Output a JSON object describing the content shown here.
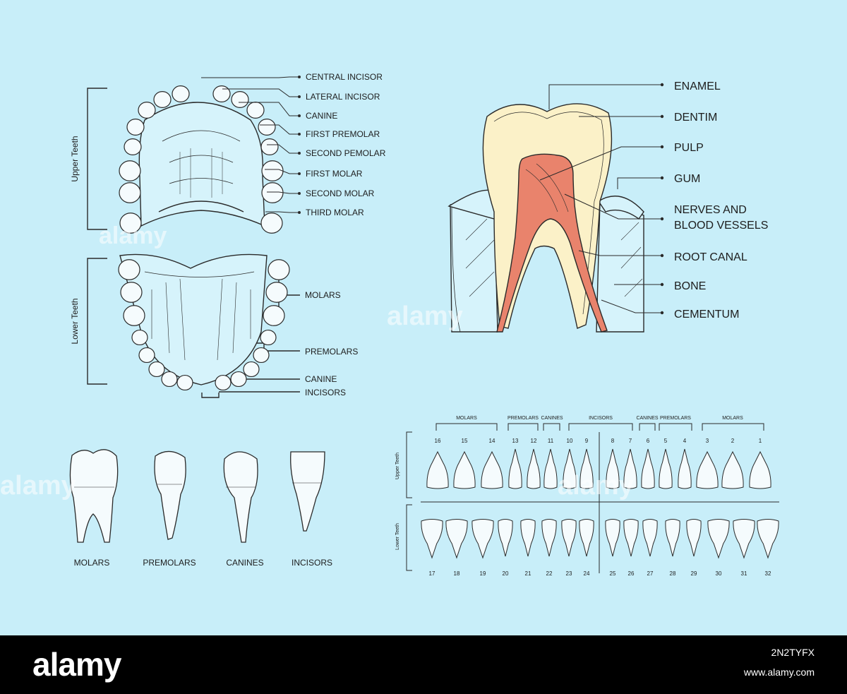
{
  "arches": {
    "upper_title": "Upper Teeth",
    "lower_title": "Lower Teeth",
    "upper_labels": [
      "CENTRAL INCISOR",
      "LATERAL INCISOR",
      "CANINE",
      "FIRST PREMOLAR",
      "SECOND PEMOLAR",
      "FIRST MOLAR",
      "SECOND MOLAR",
      "THIRD MOLAR"
    ],
    "lower_labels": [
      "MOLARS",
      "PREMOLARS",
      "CANINE",
      "INCISORS"
    ]
  },
  "tooth_section": {
    "labels": [
      "ENAMEL",
      "DENTIM",
      "PULP",
      "GUM",
      "NERVES AND",
      "BLOOD VESSELS",
      "ROOT CANAL",
      "BONE",
      "CEMENTUM"
    ]
  },
  "tooth_types": {
    "labels": [
      "MOLARS",
      "PREMOLARS",
      "CANINES",
      "INCISORS"
    ]
  },
  "chart": {
    "upper_groups": [
      "MOLARS",
      "PREMOLARS",
      "CANINES",
      "INCISORS",
      "CANINES",
      "PREMOLARS",
      "MOLARS"
    ],
    "upper_numbers": [
      "16",
      "15",
      "14",
      "13",
      "12",
      "11",
      "10",
      "9",
      "8",
      "7",
      "6",
      "5",
      "4",
      "3",
      "2",
      "1"
    ],
    "lower_numbers": [
      "17",
      "18",
      "19",
      "20",
      "21",
      "22",
      "23",
      "24",
      "25",
      "26",
      "27",
      "28",
      "29",
      "30",
      "31",
      "32"
    ],
    "upper_side": "Upper Teeth",
    "lower_side": "Lower Teeth"
  },
  "colors": {
    "background": "#c8eef9",
    "enamel": "#fbf1c8",
    "pulp": "#e9836c",
    "line": "#2a2a2a"
  },
  "footer": {
    "brand": "alamy",
    "image_id": "2N2TYFX",
    "site": "www.alamy.com"
  }
}
